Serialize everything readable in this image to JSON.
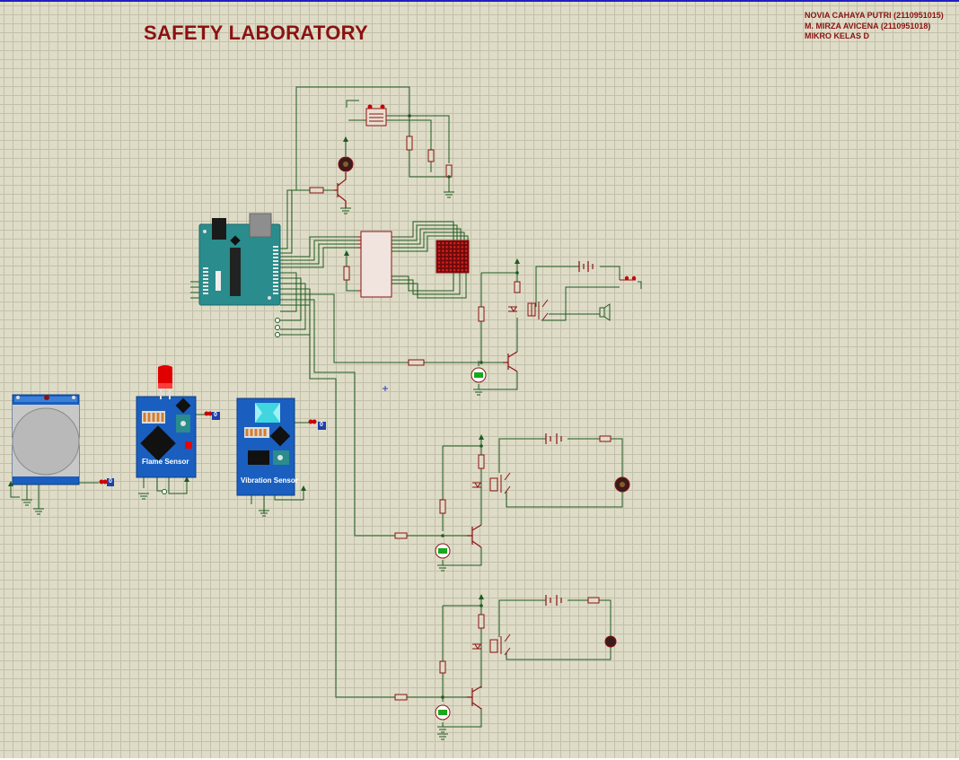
{
  "title": "SAFETY LABORATORY",
  "authors": [
    "NOVIA CAHAYA PUTRI (2110951015)",
    "M. MIRZA AVICENA (2110951018)",
    "MIKRO KELAS D"
  ],
  "sensors": {
    "flame": "Flame Sensor",
    "vibration": "Vibration Sensor"
  },
  "logic_probe_value": "0",
  "colors": {
    "background": "#dedcc7",
    "grid": "#c2c0ab",
    "wire": "#1f5a1f",
    "component": "#8b1212",
    "arduino": "#2a8c8c",
    "sensor_board": "#1a5fbf"
  }
}
